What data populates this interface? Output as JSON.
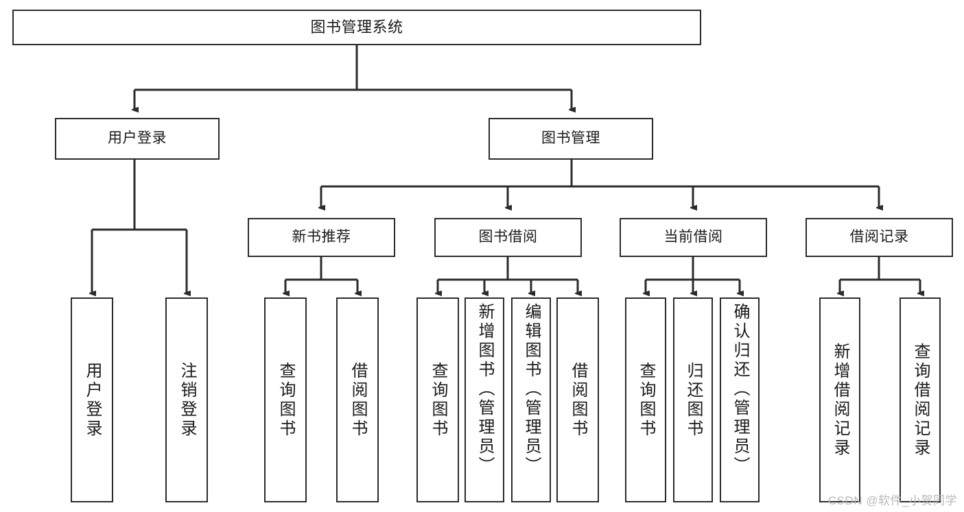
{
  "diagram": {
    "title": "图书管理系统",
    "type": "tree",
    "levels": {
      "root": {
        "label": "图书管理系统"
      },
      "level2": [
        {
          "id": "user-login",
          "label": "用户登录"
        },
        {
          "id": "book-manage",
          "label": "图书管理"
        }
      ],
      "level3": [
        {
          "id": "new-book-recommend",
          "label": "新书推荐"
        },
        {
          "id": "book-borrow",
          "label": "图书借阅"
        },
        {
          "id": "current-borrow",
          "label": "当前借阅"
        },
        {
          "id": "borrow-record",
          "label": "借阅记录"
        }
      ],
      "leaves": [
        {
          "id": "leaf-user-login",
          "label": "用户登录",
          "parent": "user-login"
        },
        {
          "id": "leaf-logout-login",
          "label": "注销登录",
          "parent": "user-login"
        },
        {
          "id": "leaf-query-book-1",
          "label": "查询图书",
          "parent": "new-book-recommend"
        },
        {
          "id": "leaf-borrow-book-1",
          "label": "借阅图书",
          "parent": "new-book-recommend"
        },
        {
          "id": "leaf-query-book-2",
          "label": "查询图书",
          "parent": "book-borrow"
        },
        {
          "id": "leaf-add-book",
          "label": "新增图书（管理员）",
          "parent": "book-borrow"
        },
        {
          "id": "leaf-edit-book",
          "label": "编辑图书（管理员）",
          "parent": "book-borrow"
        },
        {
          "id": "leaf-borrow-book-2",
          "label": "借阅图书",
          "parent": "book-borrow"
        },
        {
          "id": "leaf-query-book-3",
          "label": "查询图书",
          "parent": "current-borrow"
        },
        {
          "id": "leaf-return-book",
          "label": "归还图书",
          "parent": "current-borrow"
        },
        {
          "id": "leaf-confirm-return",
          "label": "确认归还（管理员）",
          "parent": "current-borrow"
        },
        {
          "id": "leaf-add-record",
          "label": "新增借阅记录",
          "parent": "borrow-record"
        },
        {
          "id": "leaf-query-record",
          "label": "查询借阅记录",
          "parent": "borrow-record"
        }
      ]
    },
    "colors": {
      "stroke": "#2b2b2b",
      "fill": "#ffffff",
      "text": "#1a1a1a",
      "watermark": "#b9b9b9"
    }
  },
  "watermark": {
    "text": "CSDN @软件_小贺同学"
  }
}
